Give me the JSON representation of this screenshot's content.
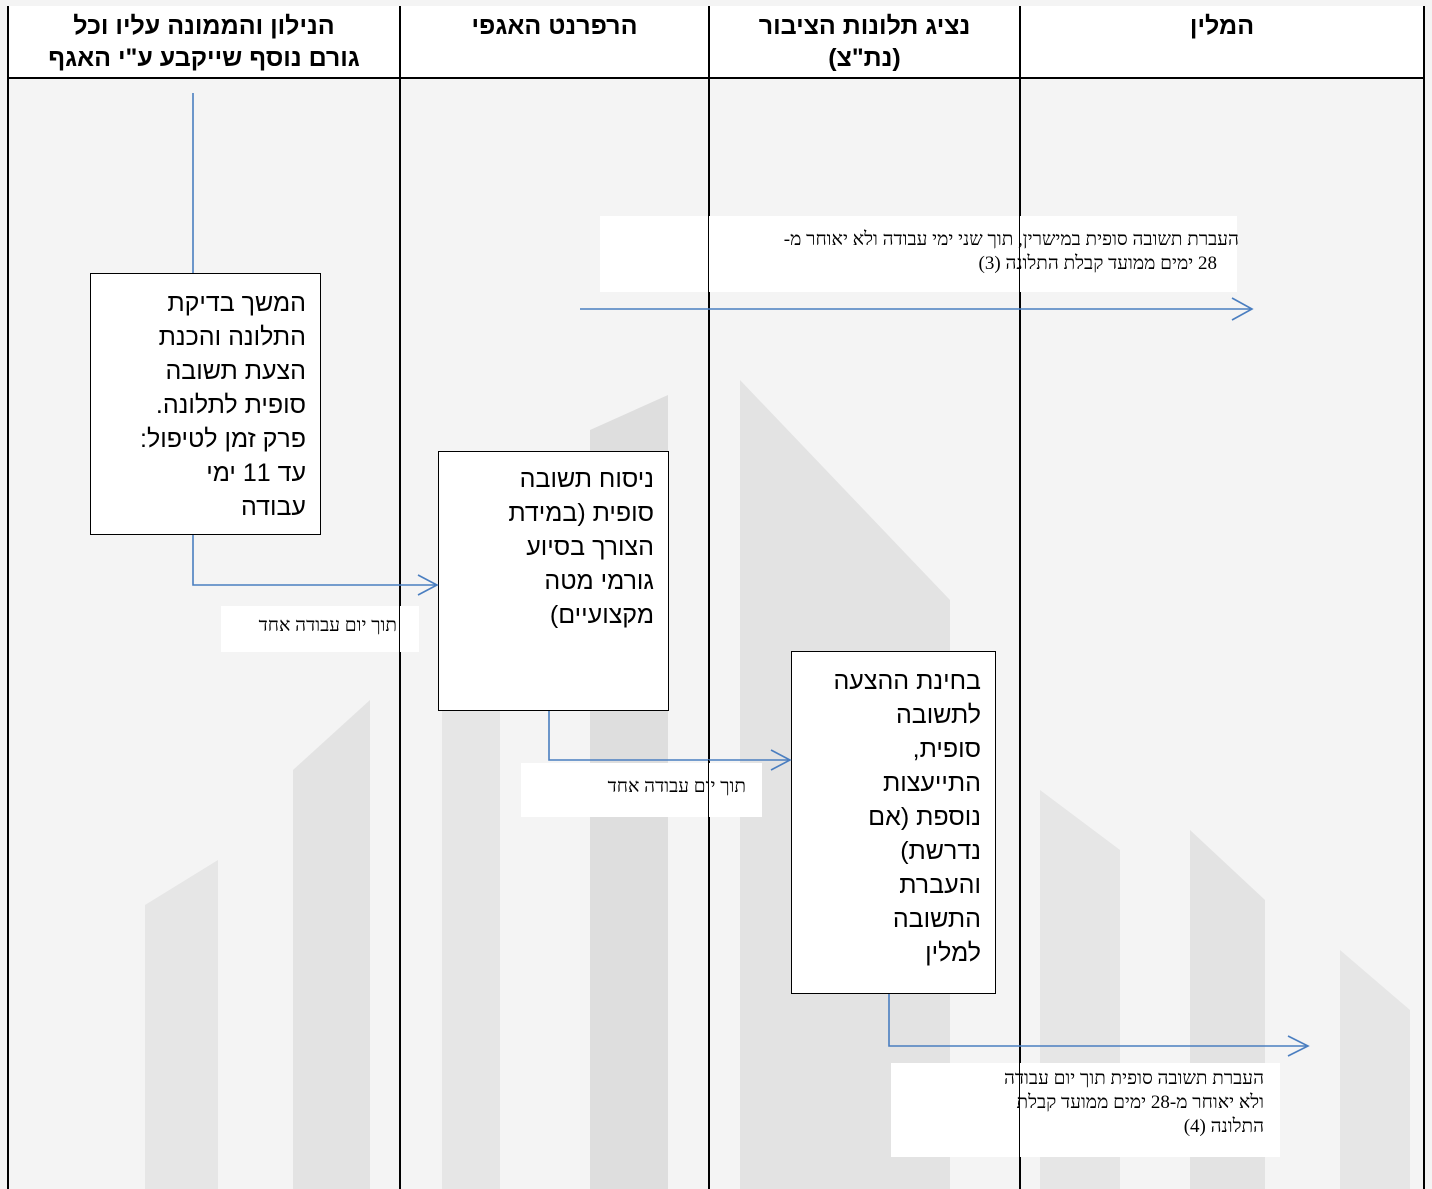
{
  "lanes": [
    {
      "key": "complainant",
      "title": "המלין"
    },
    {
      "key": "public_complaints_rep",
      "title_line1": "נציג תלונות הציבור",
      "title_line2": "(נת\"צ)"
    },
    {
      "key": "division_referent",
      "title": "הרפרנט האגפי"
    },
    {
      "key": "subject",
      "title_line1": "הנילון והממונה עליו וכל",
      "title_line2": "גורם נוסף שייקבע ע\"י האגף"
    }
  ],
  "boxes": {
    "investigation": {
      "lines": [
        "המשך בדיקת",
        "התלונה והכנת",
        "הצעת תשובה",
        "סופית לתלונה.",
        "פרק זמן לטיפול:",
        "עד 11 ימי",
        "עבודה"
      ]
    },
    "drafting": {
      "lines": [
        "ניסוח תשובה",
        "סופית (במידת",
        "הצורך בסיוע",
        "גורמי מטה",
        "מקצועיים)"
      ]
    },
    "review": {
      "lines": [
        "בחינת ההצעה",
        "לתשובה",
        "סופית,",
        "התייעצות",
        "נוספת (אם",
        "נדרשת)",
        "והעברת",
        "התשובה",
        "למלין"
      ]
    }
  },
  "notes": {
    "top_final_reply": {
      "lines": [
        "העברת תשובה  סופית במישרין, תוך שני ימי עבודה ולא יאוחר מ-",
        "28 ימים ממועד קבלת התלונה (3)"
      ]
    },
    "one_day_1": {
      "text": "תוך יום עבודה אחד"
    },
    "one_day_2": {
      "text": "תוך יום עבודה אחד"
    },
    "bottom_final_reply": {
      "lines": [
        "העברת תשובה  סופית תוך יום עבודה",
        "ולא יאוחר מ-28 ימים ממועד קבלת",
        "התלונה (4)"
      ]
    }
  },
  "colors": {
    "arrow": "#4a7ec0",
    "watermark_light": "#e9e9e9",
    "watermark_dark": "#dcdcdc"
  }
}
